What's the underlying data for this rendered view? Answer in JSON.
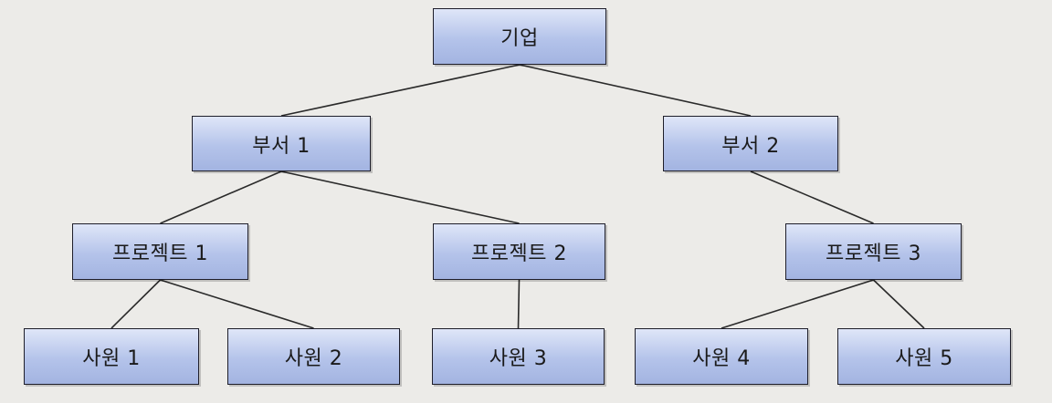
{
  "colors": {
    "background": "#ecebe8",
    "node_fill_top": "#dfe6f8",
    "node_fill_bottom": "#a3b4e1",
    "node_border": "#1e1e2a",
    "connector": "#2a2a2a"
  },
  "nodes": {
    "company": {
      "label": "기업"
    },
    "dept1": {
      "label": "부서 1"
    },
    "dept2": {
      "label": "부서 2"
    },
    "project1": {
      "label": "프로젝트 1"
    },
    "project2": {
      "label": "프로젝트 2"
    },
    "project3": {
      "label": "프로젝트 3"
    },
    "employee1": {
      "label": "사원 1"
    },
    "employee2": {
      "label": "사원 2"
    },
    "employee3": {
      "label": "사원 3"
    },
    "employee4": {
      "label": "사원 4"
    },
    "employee5": {
      "label": "사원 5"
    }
  },
  "edges": [
    [
      "company",
      "dept1"
    ],
    [
      "company",
      "dept2"
    ],
    [
      "dept1",
      "project1"
    ],
    [
      "dept1",
      "project2"
    ],
    [
      "dept2",
      "project3"
    ],
    [
      "project1",
      "employee1"
    ],
    [
      "project1",
      "employee2"
    ],
    [
      "project2",
      "employee3"
    ],
    [
      "project3",
      "employee4"
    ],
    [
      "project3",
      "employee5"
    ]
  ]
}
